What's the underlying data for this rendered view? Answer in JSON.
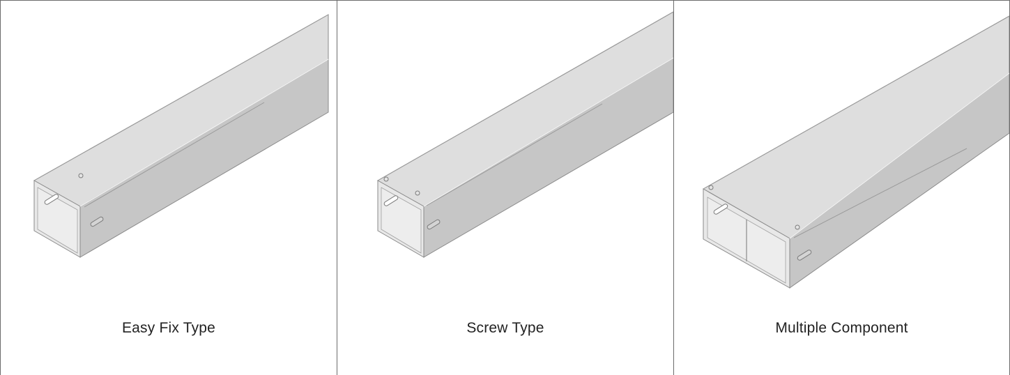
{
  "panels": [
    {
      "caption": "Easy Fix Type",
      "icon": "trunking-easy-fix-image"
    },
    {
      "caption": "Screw Type",
      "icon": "trunking-screw-image"
    },
    {
      "caption": "Multiple Component",
      "icon": "trunking-multiple-component-image"
    }
  ],
  "colors": {
    "border": "#6b6b6b",
    "metal_top": "#dcdcdc",
    "metal_side": "#c4c4c4",
    "metal_inner": "#e6e6e6",
    "outline": "#8a8a8a"
  }
}
